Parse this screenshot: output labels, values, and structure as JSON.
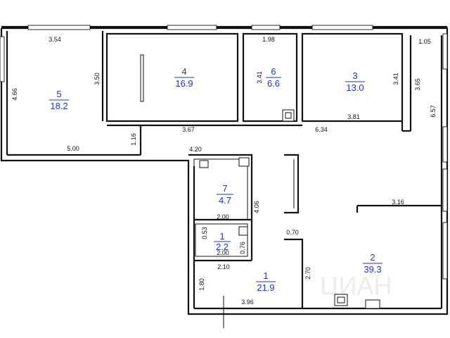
{
  "watermark": "ЦИАН",
  "colors": {
    "room_label": "#2233cc",
    "lines": "#111111"
  },
  "rooms": [
    {
      "id": "room-5",
      "number": "5",
      "area": "18.2"
    },
    {
      "id": "room-4",
      "number": "4",
      "area": "16.9"
    },
    {
      "id": "room-6",
      "number": "6",
      "area": "6.6"
    },
    {
      "id": "room-3",
      "number": "3",
      "area": "13.0"
    },
    {
      "id": "room-7",
      "number": "7",
      "area": "4.7"
    },
    {
      "id": "room-1-small",
      "number": "1",
      "area": "2.2"
    },
    {
      "id": "room-1-hall",
      "number": "1",
      "area": "21.9"
    },
    {
      "id": "room-2",
      "number": "2",
      "area": "39.3"
    }
  ],
  "dimensions": [
    "3.54",
    "3.50",
    "4.66",
    "5.00",
    "1.16",
    "3.67",
    "4.20",
    "1.98",
    "3.41",
    "6.34",
    "3.41",
    "3.81",
    "1.05",
    "3.65",
    "6.57",
    "2.00",
    "4.06",
    "0.53",
    "2.00",
    "0.76",
    "2.10",
    "0.70",
    "3.16",
    "2.70",
    "1.80",
    "3.96"
  ]
}
